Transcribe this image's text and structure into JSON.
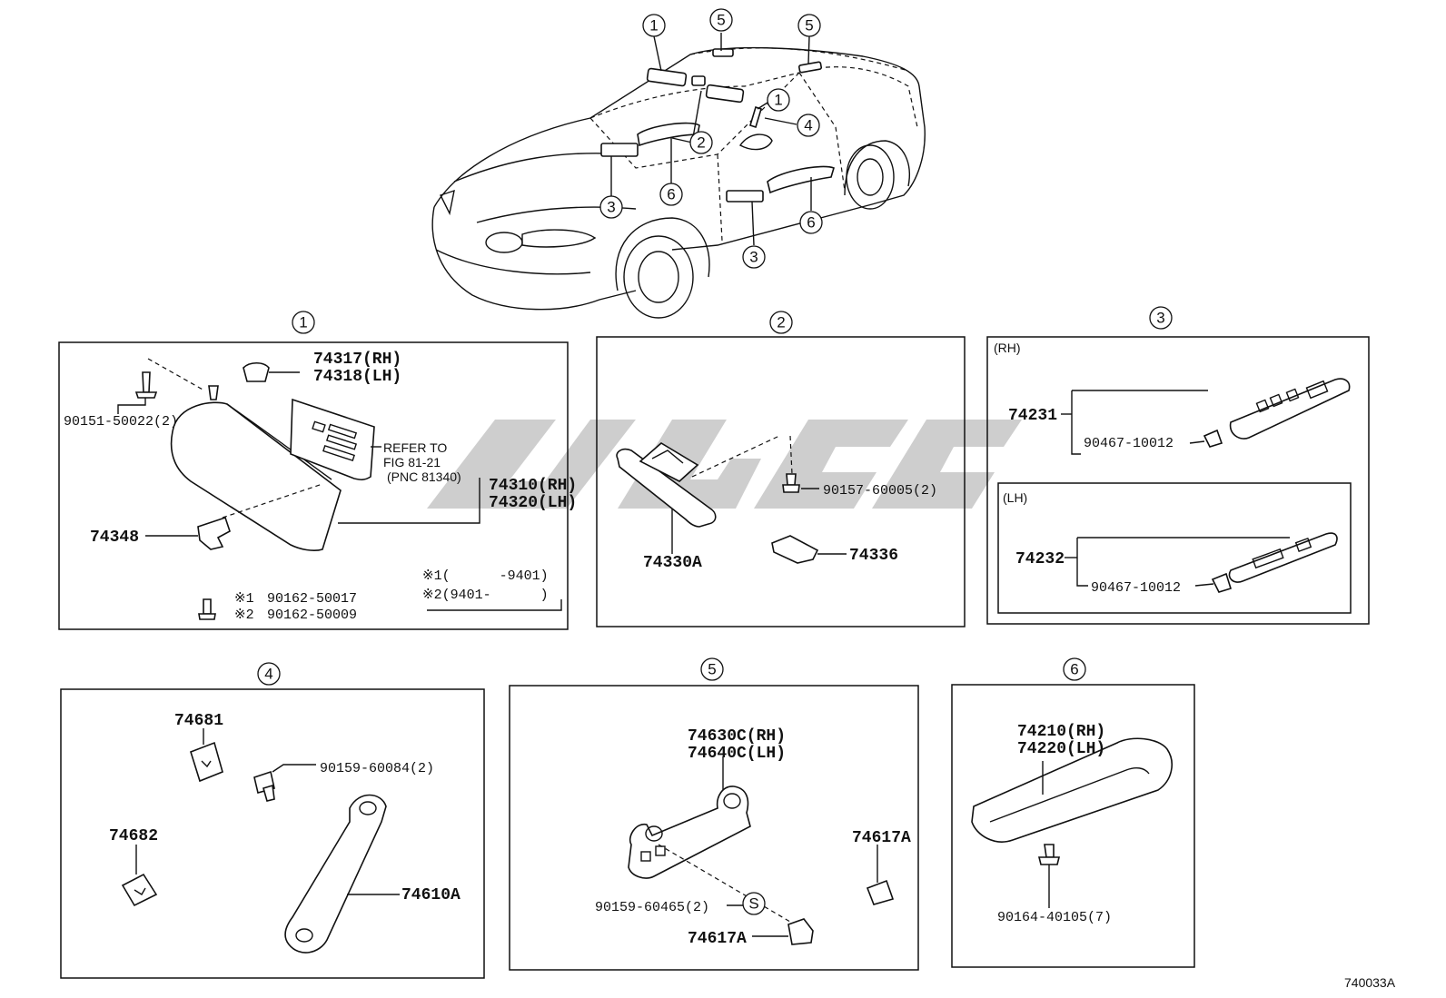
{
  "diagram_code": "740033A",
  "callouts": {
    "c1": "1",
    "c2": "2",
    "c3": "3",
    "c4": "4",
    "c5": "5",
    "c6": "6",
    "s": "S"
  },
  "section1": {
    "p1": "74317(RH)",
    "p2": "74318(LH)",
    "p3": "90151-50022(2)",
    "refer1": "REFER TO",
    "refer2": "FIG 81-21",
    "refer3": "(PNC 81340)",
    "p4": "74310(RH)",
    "p5": "74320(LH)",
    "p6": "74348",
    "note1_mark": "※1",
    "note1_pn": "90162-50017",
    "note2_mark": "※2",
    "note2_pn": "90162-50009",
    "range1": "※1(      -9401)",
    "range2": "※2(9401-      )"
  },
  "section2": {
    "p1": "90157-60005(2)",
    "p2": "74330A",
    "p3": "74336"
  },
  "section3": {
    "rh": "(RH)",
    "lh": "(LH)",
    "p1": "74231",
    "p2": "90467-10012",
    "p3": "74232",
    "p4": "90467-10012"
  },
  "section4": {
    "p1": "74681",
    "p2": "90159-60084(2)",
    "p3": "74682",
    "p4": "74610A"
  },
  "section5": {
    "p1": "74630C(RH)",
    "p2": "74640C(LH)",
    "p3": "74617A",
    "p4": "90159-60465(2)",
    "p5": "74617A"
  },
  "section6": {
    "p1": "74210(RH)",
    "p2": "74220(LH)",
    "p3": "90164-40105(7)"
  }
}
